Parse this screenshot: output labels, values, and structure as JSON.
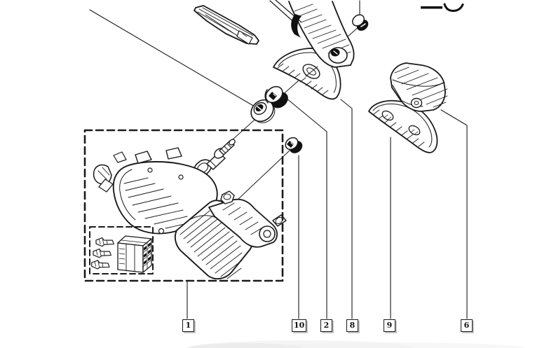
{
  "canvas": {
    "background_color": "#ffffff",
    "line_color": "#1a1a1a",
    "label_shadow_color": "#c4c4c4"
  },
  "part_labels": [
    {
      "id": "1"
    },
    {
      "id": "10"
    },
    {
      "id": "2"
    },
    {
      "id": "8"
    },
    {
      "id": "9"
    },
    {
      "id": "6"
    }
  ]
}
